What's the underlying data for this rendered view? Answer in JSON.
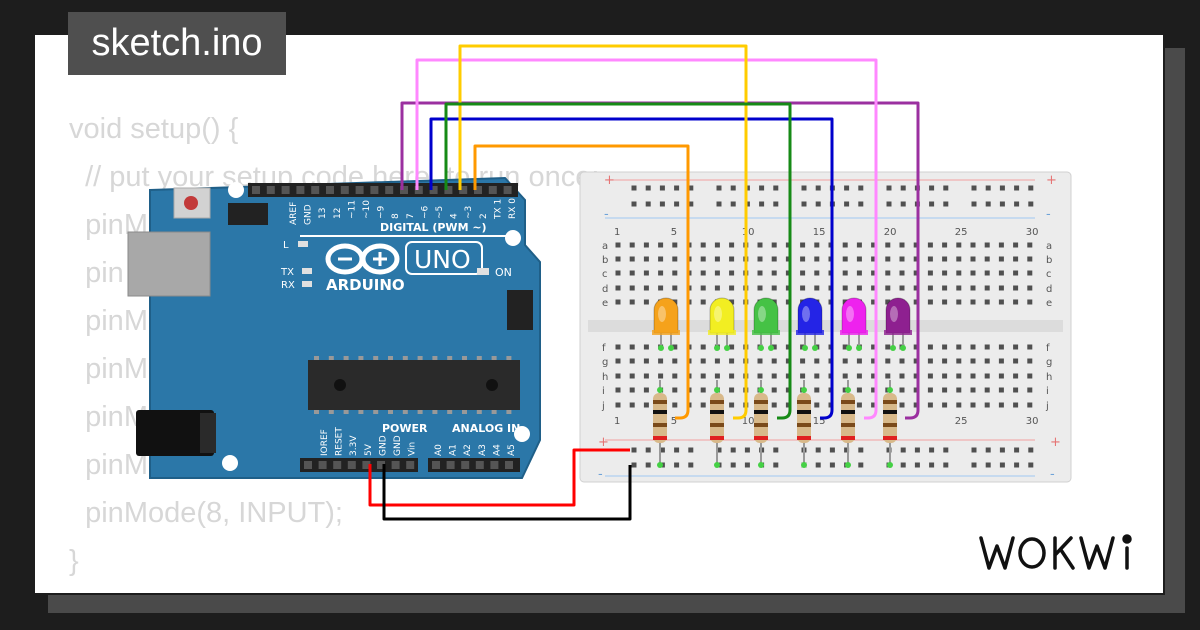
{
  "header": {
    "filename": "sketch.ino"
  },
  "code": {
    "lines": [
      "void setup() {",
      "  // put your setup code here, to run once:",
      "  pinM",
      "  pin",
      "  pinM",
      "  pinM",
      "  pinM",
      "  pinM",
      "  pinMode(8, INPUT);",
      "}"
    ]
  },
  "arduino": {
    "brand": "ARDUINO",
    "model": "UNO",
    "digital_label": "DIGITAL (PWM ~)",
    "on_label": "ON",
    "led_labels": {
      "l": "L",
      "tx": "TX",
      "rx": "RX"
    },
    "pin_labels_top": [
      "AREF",
      "GND",
      "13",
      "12",
      "~11",
      "~10",
      "~9",
      "8",
      "7",
      "~6",
      "~5",
      "4",
      "~3",
      "2",
      "TX 1",
      "RX 0"
    ],
    "power_label": "POWER",
    "analog_label": "ANALOG IN",
    "pin_labels_bottom": [
      "IOREF",
      "RESET",
      "3.3V",
      "5V",
      "GND",
      "GND",
      "Vin",
      "A0",
      "A1",
      "A2",
      "A3",
      "A4",
      "A5"
    ]
  },
  "breadboard": {
    "column_numbers": [
      "1",
      "5",
      "10",
      "15",
      "20",
      "25",
      "30"
    ],
    "row_letters_top": [
      "a",
      "b",
      "c",
      "d",
      "e"
    ],
    "row_letters_bottom": [
      "f",
      "g",
      "h",
      "i",
      "j"
    ],
    "rail_plus": "+",
    "rail_minus": "-"
  },
  "leds": [
    {
      "color_name": "orange",
      "color": "#f5a21b"
    },
    {
      "color_name": "yellow",
      "color": "#f2ee22"
    },
    {
      "color_name": "green",
      "color": "#45c245"
    },
    {
      "color_name": "blue",
      "color": "#2424e6"
    },
    {
      "color_name": "magenta",
      "color": "#ee22ee"
    },
    {
      "color_name": "purple",
      "color": "#8e2090"
    }
  ],
  "wires": [
    {
      "color": "#9b30a0"
    },
    {
      "color": "#ff88ff"
    },
    {
      "color": "#0000cc"
    },
    {
      "color": "#ffcc00"
    },
    {
      "color": "#168a16"
    },
    {
      "color": "#ff9900"
    },
    {
      "color": "#ff0000"
    },
    {
      "color": "#000000"
    }
  ],
  "brand": {
    "logo_text": "WOKWI"
  }
}
